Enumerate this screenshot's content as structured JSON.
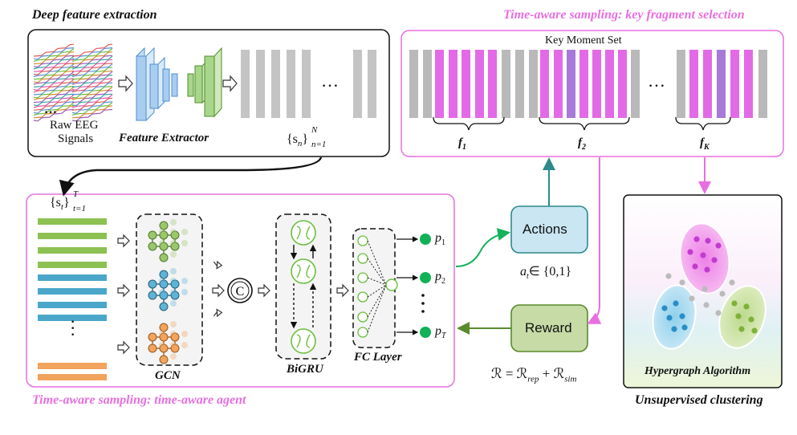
{
  "panels": {
    "deep_feature": {
      "title": "Deep feature extraction",
      "raw_label_line1": "Raw EEG",
      "raw_label_line2": "Signals",
      "extractor_label": "Feature Extractor",
      "seq_base": "{s",
      "seq_sub": "n",
      "seq_close": "}",
      "seq_sup": "N",
      "seq_range": "n=1"
    },
    "key_fragment": {
      "title": "Time-aware sampling: key fragment selection",
      "set_label": "Key Moment Set",
      "fragments": [
        {
          "base": "f",
          "sub": "1"
        },
        {
          "base": "f",
          "sub": "2"
        },
        {
          "base": "f",
          "sub": "K"
        }
      ]
    },
    "agent": {
      "title": "Time-aware sampling: time-aware agent",
      "seq_base": "{s",
      "seq_sub": "t",
      "seq_close": "}",
      "seq_sup": "T",
      "seq_range": "t=1",
      "gcn_label": "GCN",
      "concat_symbol": "C",
      "bigru_label": "BiGRU",
      "fc_label": "FC Layer",
      "outputs": [
        {
          "base": "p",
          "sub": "1"
        },
        {
          "base": "p",
          "sub": "2"
        },
        {
          "base": "p",
          "sub": "T"
        }
      ]
    },
    "actions": {
      "label": "Actions",
      "formula_a": "a",
      "formula_sub": "t",
      "formula_rest": "∈ {0,1}"
    },
    "reward": {
      "label": "Reward",
      "formula_lhs": "ℛ = ℛ",
      "formula_sub1": "rep",
      "formula_mid": " + ℛ",
      "formula_sub2": "sim"
    },
    "clustering": {
      "algorithm_label": "Hypergraph Algorithm",
      "caption": "Unsupervised clustering"
    }
  },
  "ellipsis": "…",
  "colors": {
    "pink_title": "#e86fe0",
    "magenta_bar": "#e36ae6",
    "purple_bar": "#a77ad9",
    "gray_bar": "#b9b9b9",
    "teal_arrow": "#2e8a8a",
    "green_arrow": "#14b25a",
    "olive_arrow": "#5a8a2f",
    "actions_fill": "#c9e6f2",
    "reward_fill": "#c6dba6",
    "output_dot": "#11b155"
  }
}
